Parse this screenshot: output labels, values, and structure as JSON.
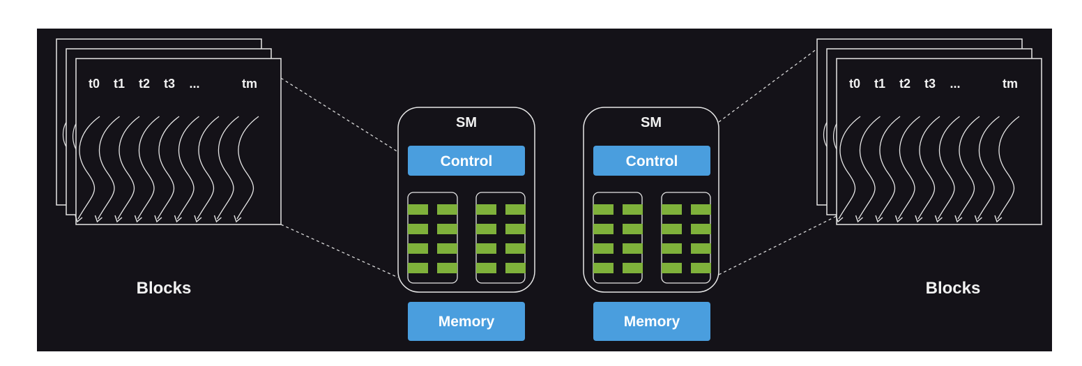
{
  "colors": {
    "page_bg": "#ffffff",
    "panel_bg": "#141218",
    "line": "#e6e6e6",
    "button": "#4a9ede",
    "core": "#7fb13b"
  },
  "blocks_left": {
    "label": "Blocks",
    "threads": [
      "t0",
      "t1",
      "t2",
      "t3",
      "...",
      "tm"
    ]
  },
  "blocks_right": {
    "label": "Blocks",
    "threads": [
      "t0",
      "t1",
      "t2",
      "t3",
      "...",
      "tm"
    ]
  },
  "sms": [
    {
      "title": "SM",
      "control": "Control",
      "memory": "Memory"
    },
    {
      "title": "SM",
      "control": "Control",
      "memory": "Memory"
    }
  ]
}
